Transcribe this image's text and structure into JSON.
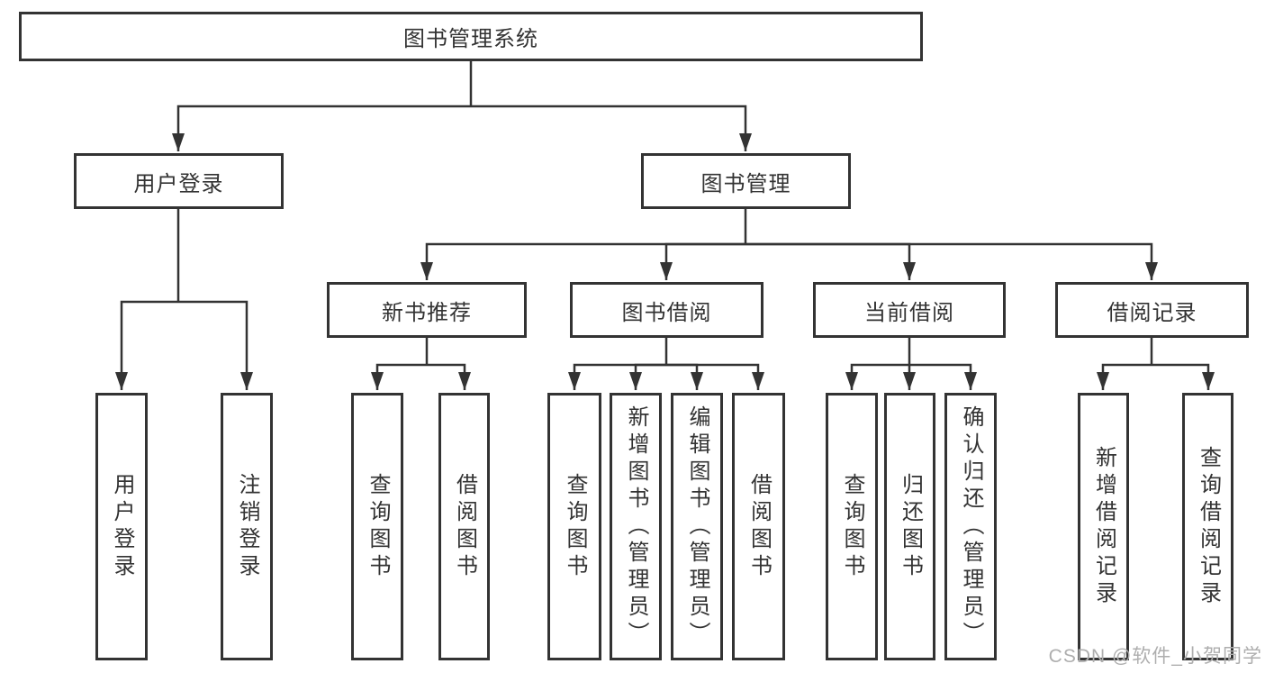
{
  "diagram": {
    "type": "hierarchy-tree",
    "root": {
      "label": "图书管理系统"
    },
    "level2": [
      {
        "label": "用户登录"
      },
      {
        "label": "图书管理"
      }
    ],
    "level3": [
      {
        "label": "新书推荐"
      },
      {
        "label": "图书借阅"
      },
      {
        "label": "当前借阅"
      },
      {
        "label": "借阅记录"
      }
    ],
    "leaves": [
      {
        "label": "用户登录",
        "parent": "用户登录"
      },
      {
        "label": "注销登录",
        "parent": "用户登录"
      },
      {
        "label": "查询图书",
        "parent": "新书推荐"
      },
      {
        "label": "借阅图书",
        "parent": "新书推荐"
      },
      {
        "label": "查询图书",
        "parent": "图书借阅"
      },
      {
        "label": "新增图书（管理员）",
        "parent": "图书借阅"
      },
      {
        "label": "编辑图书（管理员）",
        "parent": "图书借阅"
      },
      {
        "label": "借阅图书",
        "parent": "图书借阅"
      },
      {
        "label": "查询图书",
        "parent": "当前借阅"
      },
      {
        "label": "归还图书",
        "parent": "当前借阅"
      },
      {
        "label": "确认归还（管理员）",
        "parent": "当前借阅"
      },
      {
        "label": "新增借阅记录",
        "parent": "借阅记录"
      },
      {
        "label": "查询借阅记录",
        "parent": "借阅记录"
      }
    ],
    "watermark": "CSDN @软件_小贺同学",
    "colors": {
      "line": "#333333",
      "text": "#333333",
      "background": "#ffffff",
      "watermark": "#aeaeae"
    }
  }
}
